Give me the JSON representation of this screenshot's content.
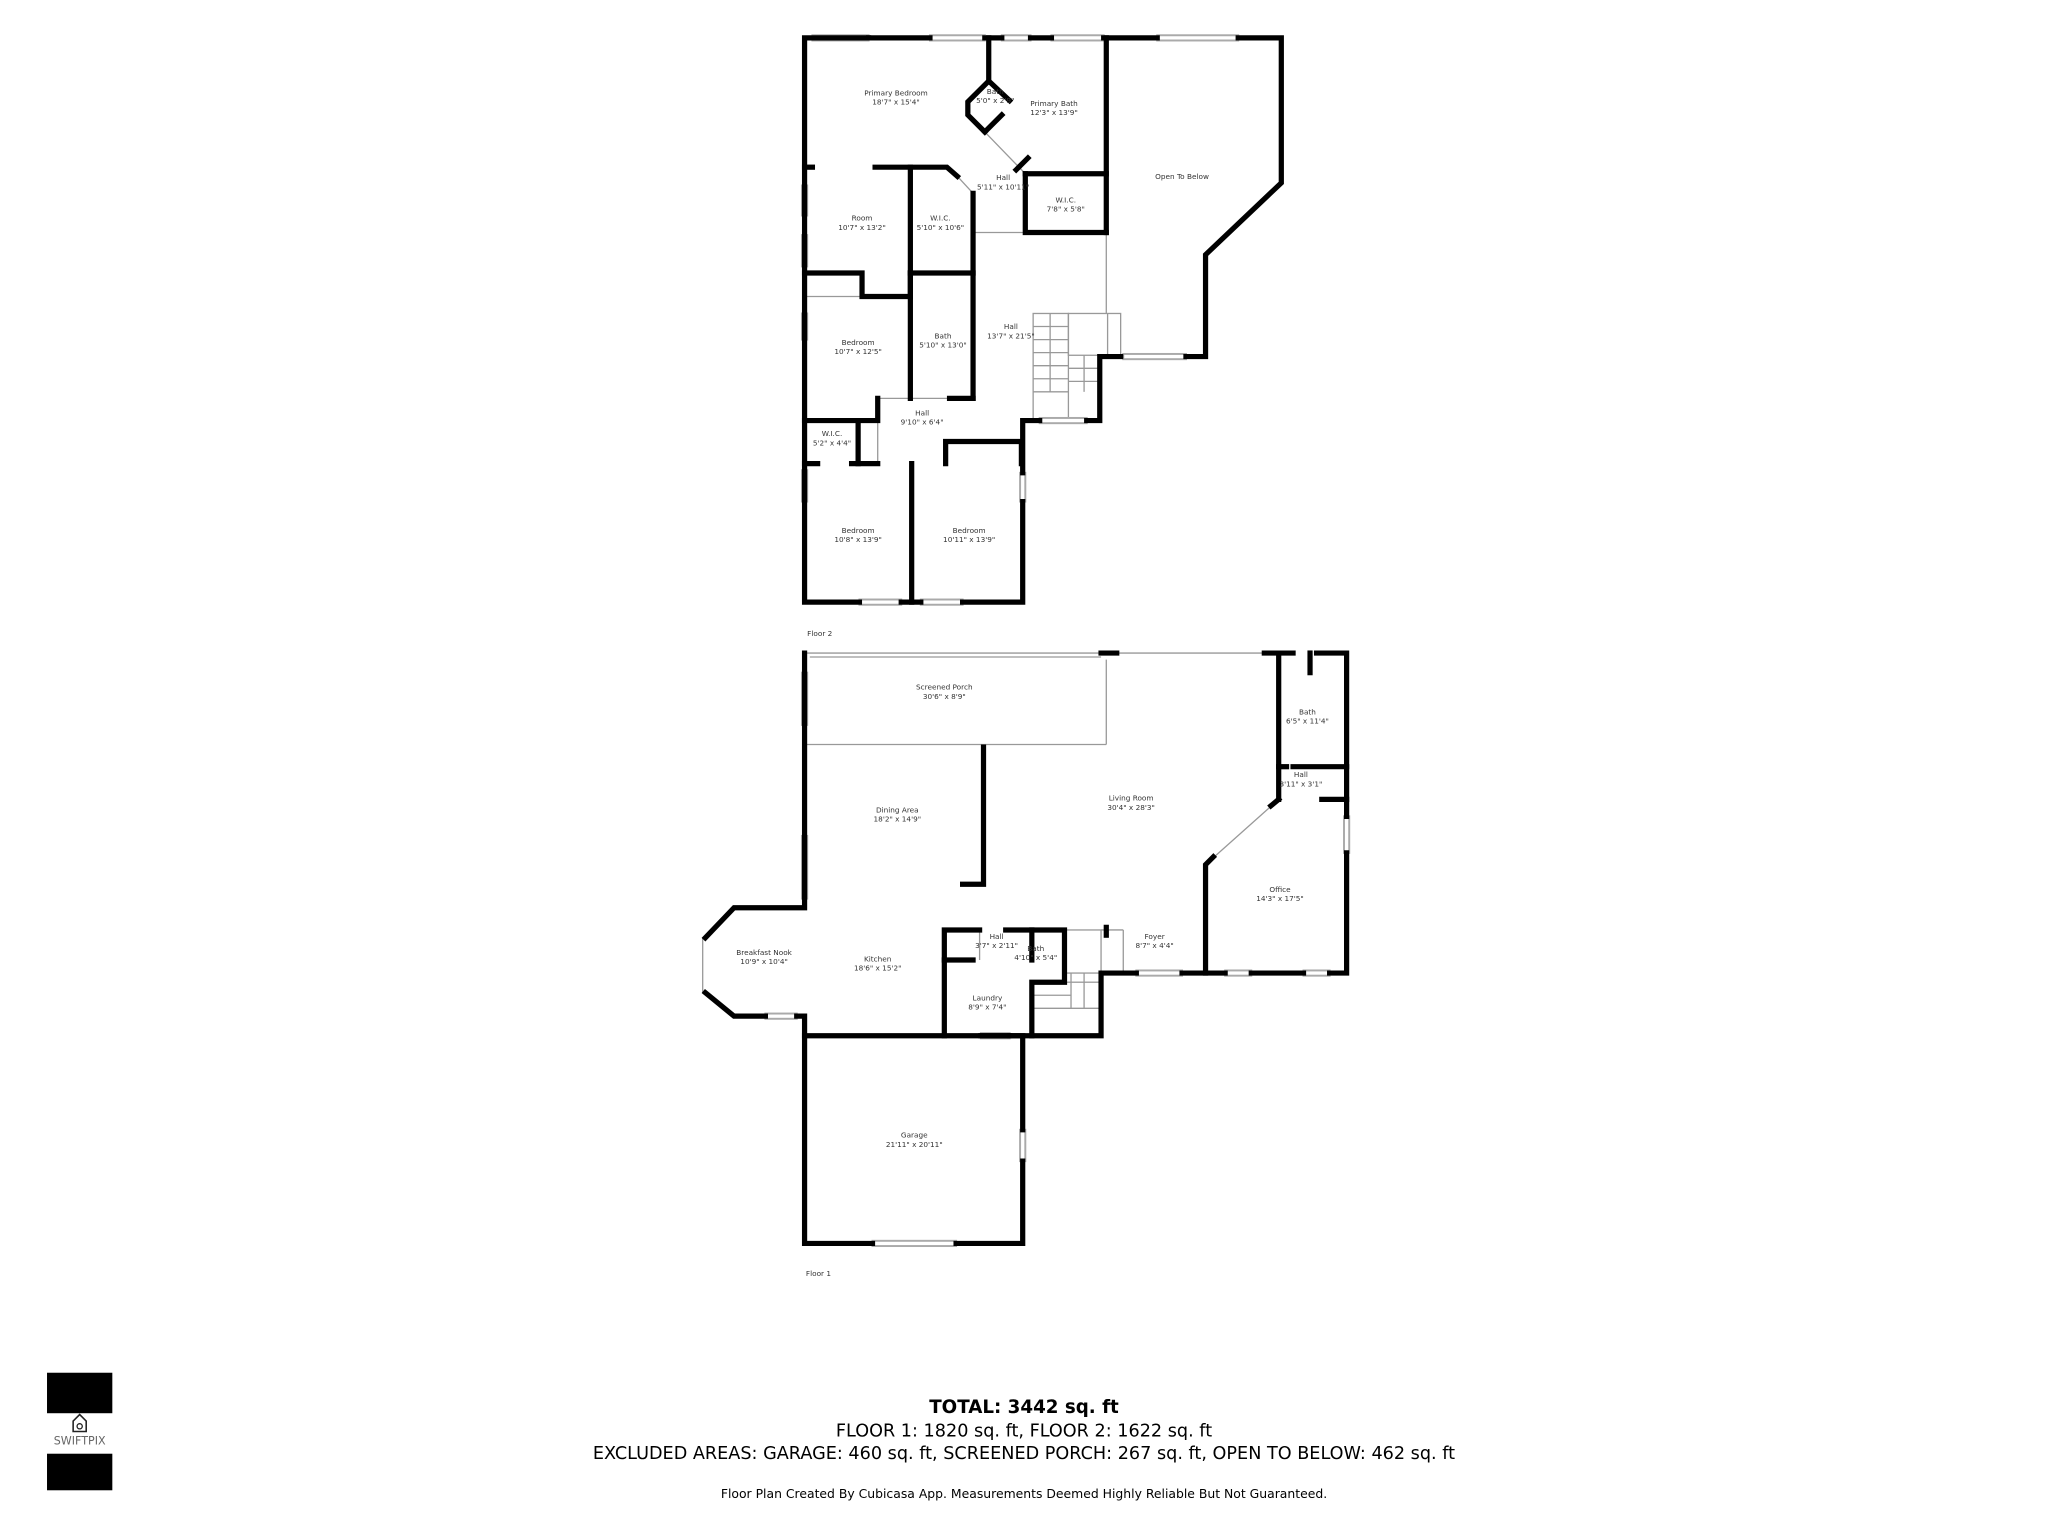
{
  "floor2": {
    "label": "Floor 2",
    "rooms": [
      {
        "name": "Primary Bedroom",
        "dims": "18'7\" x 15'4\""
      },
      {
        "name": "Bath",
        "dims": "5'0\" x 2'9\""
      },
      {
        "name": "Primary Bath",
        "dims": "12'3\" x 13'9\""
      },
      {
        "name": "Hall",
        "dims": "5'11\" x 10'11\""
      },
      {
        "name": "W.I.C.",
        "dims": "7'8\" x 5'8\""
      },
      {
        "name": "Open To Below",
        "dims": ""
      },
      {
        "name": "Room",
        "dims": "10'7\" x 13'2\""
      },
      {
        "name": "W.I.C.",
        "dims": "5'10\" x 10'6\""
      },
      {
        "name": "Bedroom",
        "dims": "10'7\" x 12'5\""
      },
      {
        "name": "Bath",
        "dims": "5'10\" x 13'0\""
      },
      {
        "name": "Hall",
        "dims": "13'7\" x 21'5\""
      },
      {
        "name": "Hall",
        "dims": "9'10\" x 6'4\""
      },
      {
        "name": "W.I.C.",
        "dims": "5'2\" x 4'4\""
      },
      {
        "name": "Bedroom",
        "dims": "10'8\" x 13'9\""
      },
      {
        "name": "Bedroom",
        "dims": "10'11\" x 13'9\""
      }
    ]
  },
  "floor1": {
    "label": "Floor 1",
    "rooms": [
      {
        "name": "Screened Porch",
        "dims": "30'6\" x 8'9\""
      },
      {
        "name": "Dining Area",
        "dims": "18'2\" x 14'9\""
      },
      {
        "name": "Living Room",
        "dims": "30'4\" x 28'3\""
      },
      {
        "name": "Bath",
        "dims": "6'5\" x 11'4\""
      },
      {
        "name": "Hall",
        "dims": "3'11\" x 3'1\""
      },
      {
        "name": "Office",
        "dims": "14'3\" x 17'5\""
      },
      {
        "name": "Breakfast Nook",
        "dims": "10'9\" x 10'4\""
      },
      {
        "name": "Kitchen",
        "dims": "18'6\" x 15'2\""
      },
      {
        "name": "Hall",
        "dims": "3'7\" x 2'11\""
      },
      {
        "name": "Bath",
        "dims": "4'10\" x 5'4\""
      },
      {
        "name": "Foyer",
        "dims": "8'7\" x 4'4\""
      },
      {
        "name": "Laundry",
        "dims": "8'9\" x 7'4\""
      },
      {
        "name": "Garage",
        "dims": "21'11\" x 20'11\""
      }
    ]
  },
  "summary": {
    "total": "TOTAL: 3442 sq. ft",
    "floors": "FLOOR 1: 1820 sq. ft, FLOOR 2: 1622 sq. ft",
    "excluded": "EXCLUDED AREAS: GARAGE: 460 sq. ft, SCREENED PORCH: 267 sq. ft, OPEN TO BELOW: 462 sq. ft",
    "disclaimer": "Floor Plan Created By Cubicasa App. Measurements Deemed Highly Reliable But Not Guaranteed."
  },
  "logo": {
    "text": "SWIFTPIX"
  }
}
